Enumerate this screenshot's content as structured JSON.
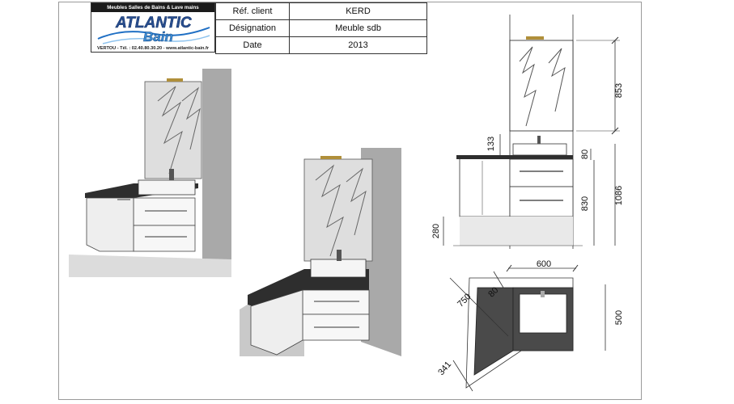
{
  "logo": {
    "tagline": "Meubles Salles de Bains & Lave mains",
    "brand_line1": "ATLANTIC",
    "brand_line2": "Bain",
    "footer": "VERTOU - Tél. : 02.40.80.30.20 - www.atlantic-bain.fr"
  },
  "title_block": {
    "rows": [
      {
        "label": "Réf. client",
        "value": "KERD"
      },
      {
        "label": "Désignation",
        "value": "Meuble sdb"
      },
      {
        "label": "Date",
        "value": "2013"
      }
    ]
  },
  "elevation": {
    "dims": {
      "mirror_height": "853",
      "gap_above_counter": "133",
      "counter_top": "80",
      "total_height": "1086",
      "cabinet_height": "830",
      "floor_gap": "280"
    }
  },
  "plan": {
    "dims": {
      "width": "600",
      "diagonal": "750",
      "small_depth": "80",
      "depth": "500",
      "corner_width": "341"
    }
  },
  "colors": {
    "countertop": "#2e2e2e",
    "wall": "#b9b9b9",
    "line": "#1a1a1a",
    "dimension": "#333333"
  }
}
